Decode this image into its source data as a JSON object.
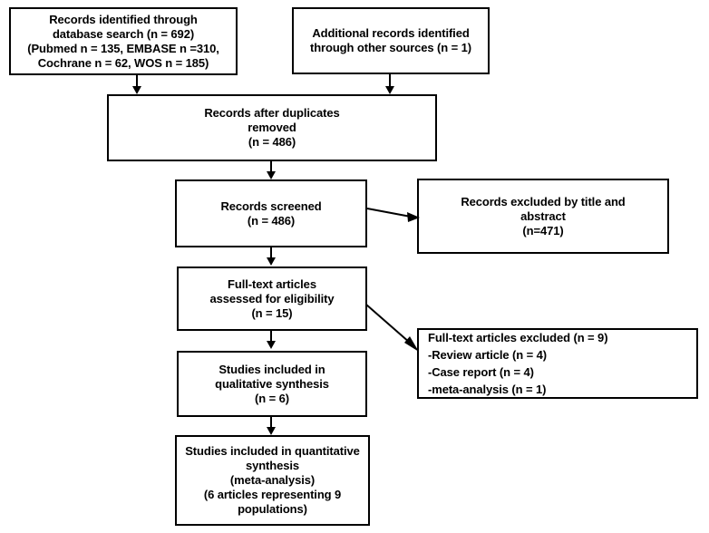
{
  "diagram": {
    "title": "PRISMA flow diagram",
    "type": "flowchart",
    "background_color": "#ffffff",
    "line_color": "#000000",
    "text_color": "#000000",
    "boxes": {
      "identified": {
        "name": "records-identified-through-database-search",
        "lines": [
          "Records identified through",
          "database search (n = 692)",
          "(Pubmed n = 135, EMBASE n =310,",
          "Cochrane n = 62, WOS n = 185)"
        ]
      },
      "additional": {
        "name": "additional-records-identified",
        "lines": [
          "Additional records identified",
          "through other sources (n = 1)"
        ]
      },
      "duplicates": {
        "name": "records-after-duplicates-removed",
        "lines": [
          "Records after duplicates",
          "removed",
          "(n = 486)"
        ]
      },
      "screened": {
        "name": "records-screened",
        "lines": [
          "Records screened",
          "(n = 486)"
        ]
      },
      "excluded_title_abstract": {
        "name": "records-excluded-by-title-and-abstract",
        "lines": [
          "Records excluded by title and",
          "abstract",
          "(n=471)"
        ]
      },
      "fulltext_assessed": {
        "name": "full-text-articles-assessed-for-eligibility",
        "lines": [
          "Full-text articles",
          "assessed for eligibility",
          "(n = 15)"
        ]
      },
      "fulltext_excluded": {
        "name": "full-text-articles-excluded",
        "lines": [
          "Full-text articles excluded (n = 9)",
          "-Review article (n = 4)",
          "-Case report (n = 4)",
          "-meta-analysis (n = 1)"
        ]
      },
      "qualitative": {
        "name": "studies-included-in-qualitative-synthesis",
        "lines": [
          "Studies included in",
          "qualitative synthesis",
          "(n = 6)"
        ]
      },
      "quantitative": {
        "name": "studies-included-in-quantitative-synthesis",
        "lines": [
          "Studies included in quantitative",
          "synthesis",
          "(meta-analysis)",
          "(6 articles representing 9",
          "populations)"
        ]
      }
    },
    "connectors": [
      {
        "name": "identified-to-duplicates",
        "from": "identified",
        "to": "duplicates",
        "style": "vertical-arrow"
      },
      {
        "name": "additional-to-duplicates",
        "from": "additional",
        "to": "duplicates",
        "style": "vertical-arrow"
      },
      {
        "name": "duplicates-to-screened",
        "from": "duplicates",
        "to": "screened",
        "style": "vertical-arrow"
      },
      {
        "name": "screened-to-excluded",
        "from": "screened",
        "to": "excluded_title_abstract",
        "style": "horizontal-arrow"
      },
      {
        "name": "screened-to-fulltext",
        "from": "screened",
        "to": "fulltext_assessed",
        "style": "vertical-arrow"
      },
      {
        "name": "fulltext-to-fulltext-excluded",
        "from": "fulltext_assessed",
        "to": "fulltext_excluded",
        "style": "diagonal-arrow"
      },
      {
        "name": "fulltext-to-qualitative",
        "from": "fulltext_assessed",
        "to": "qualitative",
        "style": "vertical-arrow"
      },
      {
        "name": "qualitative-to-quantitative",
        "from": "qualitative",
        "to": "quantitative",
        "style": "vertical-arrow"
      }
    ]
  }
}
